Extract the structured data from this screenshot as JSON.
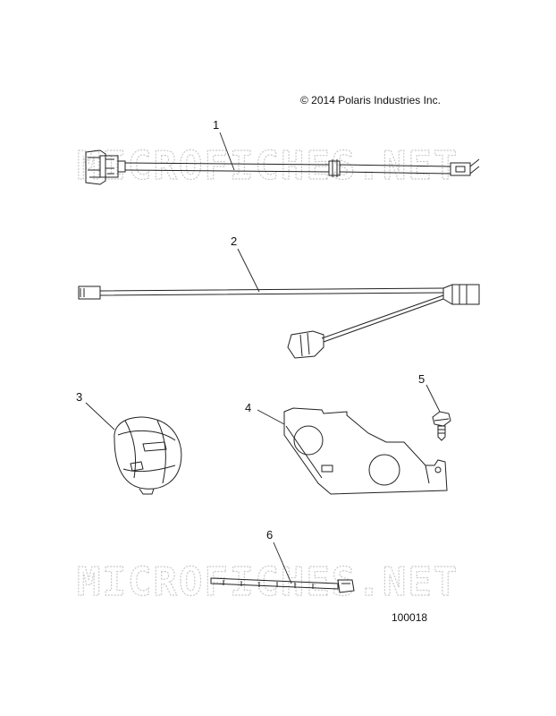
{
  "copyright": "© 2014 Polaris Industries Inc.",
  "reference_number": "100018",
  "watermark": "MICROFICHES.NET",
  "callouts": [
    {
      "id": "1",
      "label": "1"
    },
    {
      "id": "2",
      "label": "2"
    },
    {
      "id": "3",
      "label": "3"
    },
    {
      "id": "4",
      "label": "4"
    },
    {
      "id": "5",
      "label": "5"
    },
    {
      "id": "6",
      "label": "6"
    }
  ]
}
